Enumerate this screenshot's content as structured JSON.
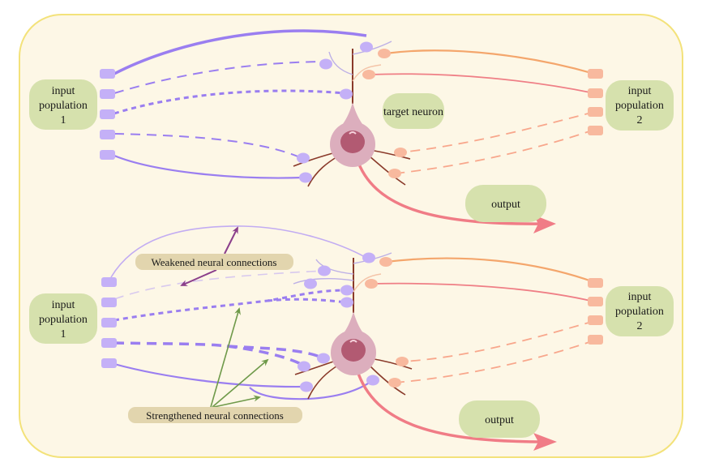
{
  "colors": {
    "background": "#fdf7e6",
    "frame_border": "#f3e27a",
    "label_box": "#d6e1ad",
    "callout_box": "#e2d5ae",
    "pop1_synapse": "#c4b0f7",
    "pop1_line": "#9a7ef0",
    "pop1_light_line": "#c9b8f3",
    "pop2_synapse": "#f8b99e",
    "pop2_line_orange": "#f4a66c",
    "pop2_line_pink": "#ef7f86",
    "neuron_body": "#dcaebd",
    "neuron_nucleus": "#b25a72",
    "dendrite": "#8a3a2a",
    "output_arrow": "#f07c86",
    "weakened_arrow": "#8b3f8b",
    "strengthened_arrow": "#6f9a4a"
  },
  "panels": [
    {
      "id": "before",
      "input_population_1": {
        "line1": "input",
        "line2": "population",
        "line3": "1"
      },
      "input_population_2": {
        "line1": "input",
        "line2": "population",
        "line3": "2"
      },
      "target_neuron_label": "target neuron",
      "output_label": "output"
    },
    {
      "id": "after",
      "input_population_1": {
        "line1": "input",
        "line2": "population",
        "line3": "1"
      },
      "input_population_2": {
        "line1": "input",
        "line2": "population",
        "line3": "2"
      },
      "output_label": "output",
      "weakened_label": "Weakened neural connections",
      "strengthened_label": "Strengthened neural connections"
    }
  ]
}
